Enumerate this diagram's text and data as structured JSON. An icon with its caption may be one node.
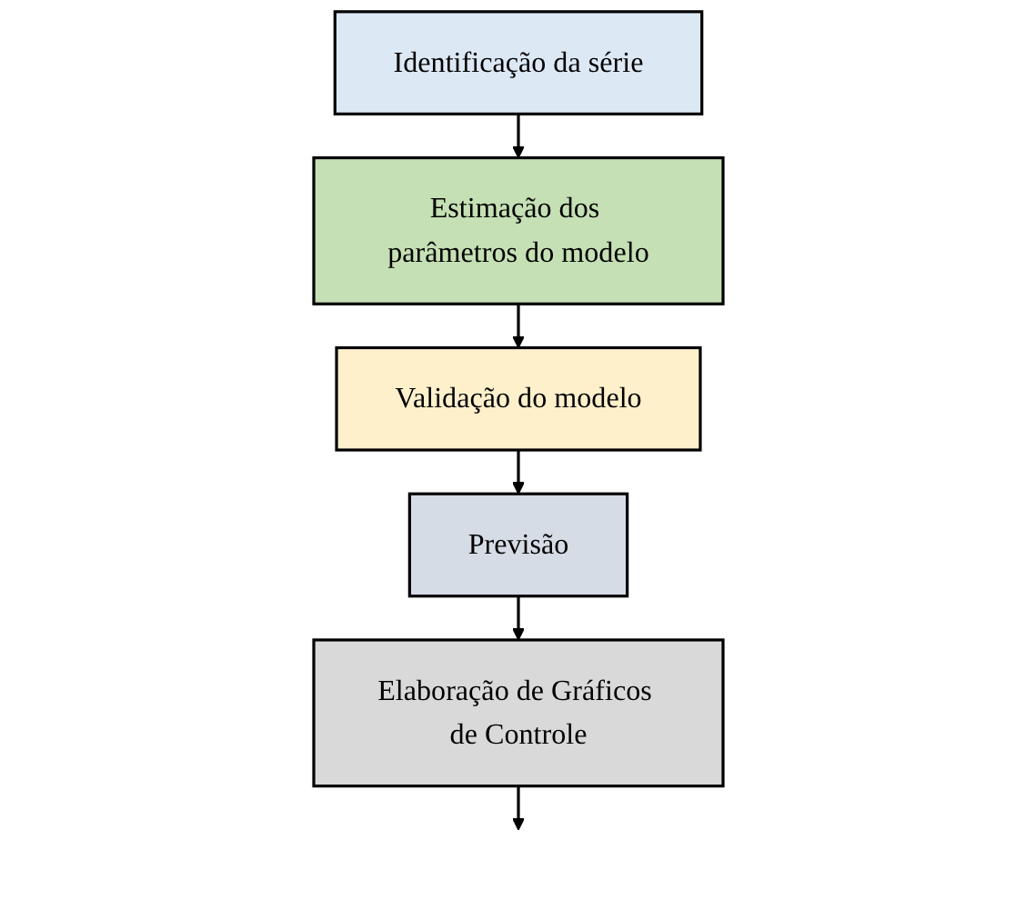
{
  "diagram": {
    "nodes": [
      {
        "text": [
          "Identificação da série"
        ]
      },
      {
        "text": [
          "Estimação dos parâmetros do modelo"
        ]
      },
      {
        "text": [
          "Validação do modelo"
        ]
      },
      {
        "text": [
          "Previsão"
        ]
      },
      {
        "text": [
          "Elaboração de Gráficos de Controle"
        ]
      }
    ],
    "edges": [
      {
        "from": 0,
        "to": 1,
        "arrow": "to"
      },
      {
        "from": 1,
        "to": 2,
        "arrow": "to"
      },
      {
        "from": 2,
        "to": 3,
        "arrow": "to"
      },
      {
        "from": 3,
        "to": 4,
        "arrow": "to"
      },
      {
        "from": 4,
        "to": null,
        "arrow": "to"
      }
    ]
  }
}
